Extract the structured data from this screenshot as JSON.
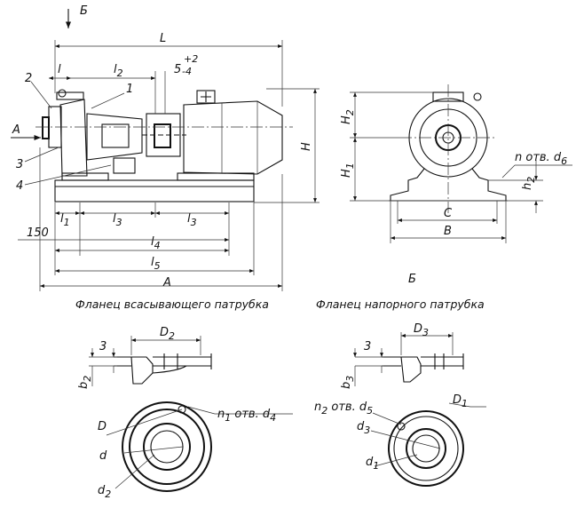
{
  "side_view": {
    "dims": {
      "L": "L",
      "l": "l",
      "l2": "l",
      "l2_sub": "2",
      "tol": "5",
      "tol_up": "+2",
      "tol_dn": "-4",
      "H": "H",
      "l1": "l",
      "l1_sub": "1",
      "l3a": "l",
      "l3a_sub": "3",
      "l3b": "l",
      "l3b_sub": "3",
      "d150": "150",
      "l4": "l",
      "l4_sub": "4",
      "l5": "l",
      "l5_sub": "5",
      "A_len": "A"
    },
    "callouts": {
      "c1": "1",
      "c2": "2",
      "c3": "3",
      "c4": "4"
    },
    "view_marks": {
      "B_top": "Б",
      "A_left": "A"
    }
  },
  "front_view": {
    "dims": {
      "H2": "H",
      "H2_sub": "2",
      "H1": "H",
      "H1_sub": "1",
      "h2": "h",
      "h2_sub": "2",
      "C": "C",
      "B": "B"
    },
    "holes_label": "n отв. d",
    "holes_sub": "6",
    "view_caption": "Б"
  },
  "suction_flange": {
    "title": "Фланец всасывающего патрубка",
    "dims": {
      "three": "3",
      "D2": "D",
      "D2_sub": "2",
      "b2": "b",
      "b2_sub": "2",
      "D": "D",
      "d": "d",
      "d2": "d",
      "d2_sub": "2"
    },
    "holes_label": "n",
    "holes_n_sub": "1",
    "holes_rest": " отв. d",
    "holes_d_sub": "4"
  },
  "discharge_flange": {
    "title": "Фланец напорного патрубка",
    "dims": {
      "three": "3",
      "D3": "D",
      "D3_sub": "3",
      "b3": "b",
      "b3_sub": "3",
      "D1": "D",
      "D1_sub": "1",
      "d3": "d",
      "d3_sub": "3",
      "d1": "d",
      "d1_sub": "1"
    },
    "holes_label": "n",
    "holes_n_sub": "2",
    "holes_rest": " отв. d",
    "holes_d_sub": "5"
  }
}
